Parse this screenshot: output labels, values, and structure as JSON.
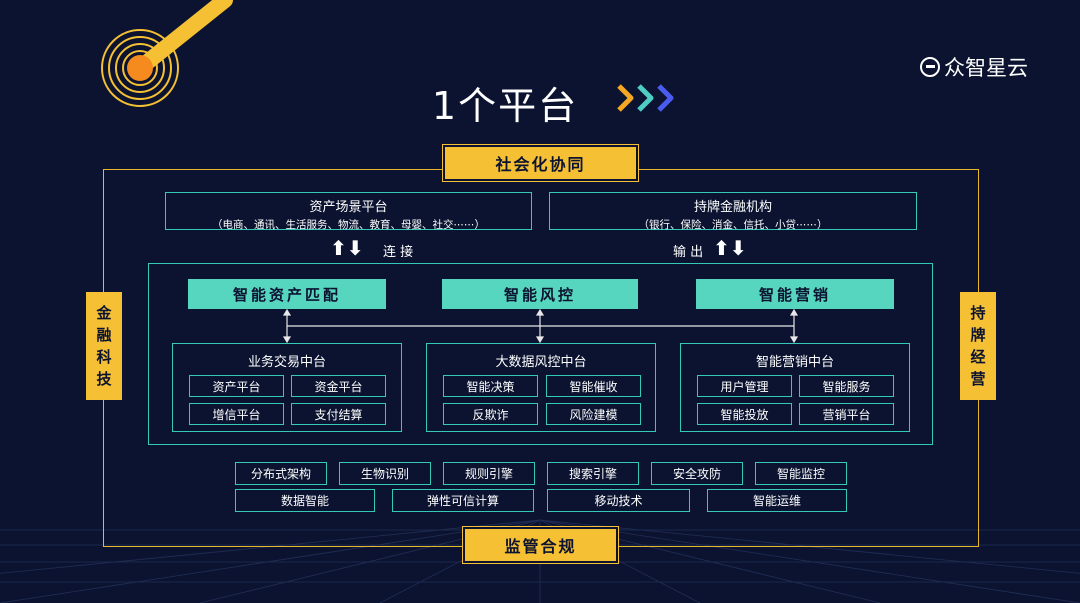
{
  "title": "1个平台",
  "logo_text": "众智星云",
  "top_label": "社会化协同",
  "bottom_label": "监管合规",
  "left_label": [
    "金",
    "融",
    "科",
    "技"
  ],
  "right_label": [
    "持",
    "牌",
    "经",
    "营"
  ],
  "source_boxes": [
    {
      "title": "资产场景平台",
      "sub": "（电商、通讯、生活服务、物流、教育、母婴、社交⋯⋯）"
    },
    {
      "title": "持牌金融机构",
      "sub": "（银行、保险、消金、信托、小贷⋯⋯）"
    }
  ],
  "connect_label": "连 接",
  "output_label": "输 出",
  "modules": [
    "智能资产匹配",
    "智能风控",
    "智能营销"
  ],
  "centers": [
    {
      "title": "业务交易中台",
      "items": [
        "资产平台",
        "资金平台",
        "增信平台",
        "支付结算"
      ]
    },
    {
      "title": "大数据风控中台",
      "items": [
        "智能决策",
        "智能催收",
        "反欺诈",
        "风险建模"
      ]
    },
    {
      "title": "智能营销中台",
      "items": [
        "用户管理",
        "智能服务",
        "智能投放",
        "营销平台"
      ]
    }
  ],
  "tech_row1": [
    "分布式架构",
    "生物识别",
    "规则引擎",
    "搜索引擎",
    "安全攻防",
    "智能监控"
  ],
  "tech_row2": [
    "数据智能",
    "弹性可信计算",
    "移动技术",
    "智能运维"
  ],
  "colors": {
    "background": "#0b1330",
    "accent_yellow": "#f5c033",
    "teal": "#57d6bf",
    "teal_border": "#35c9b8"
  }
}
